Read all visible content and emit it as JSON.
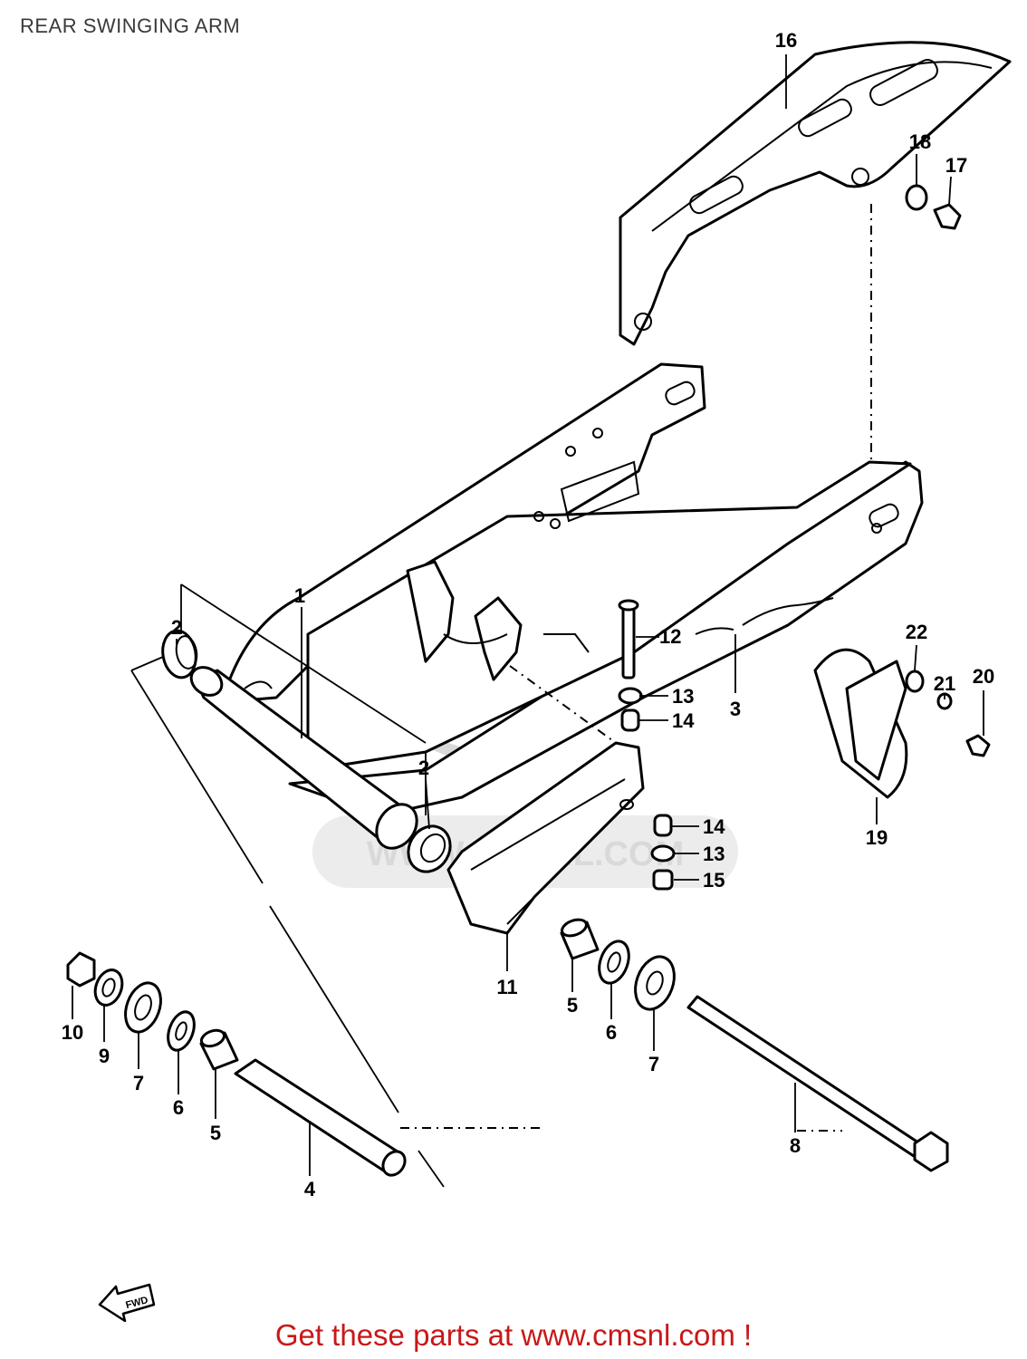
{
  "title": "REAR SWINGING ARM",
  "footer": "Get these parts at www.cmsnl.com !",
  "watermark": "WWW.CMSNL.COM",
  "direction_marker": "FWD",
  "callouts": {
    "c1": "1",
    "c2a": "2",
    "c2b": "2",
    "c3": "3",
    "c4": "4",
    "c5a": "5",
    "c5b": "5",
    "c6a": "6",
    "c6b": "6",
    "c7a": "7",
    "c7b": "7",
    "c8": "8",
    "c9": "9",
    "c10": "10",
    "c11": "11",
    "c12": "12",
    "c13a": "13",
    "c13b": "13",
    "c14a": "14",
    "c14b": "14",
    "c15": "15",
    "c16": "16",
    "c17": "17",
    "c18": "18",
    "c19": "19",
    "c20": "20",
    "c21": "21",
    "c22": "22"
  }
}
